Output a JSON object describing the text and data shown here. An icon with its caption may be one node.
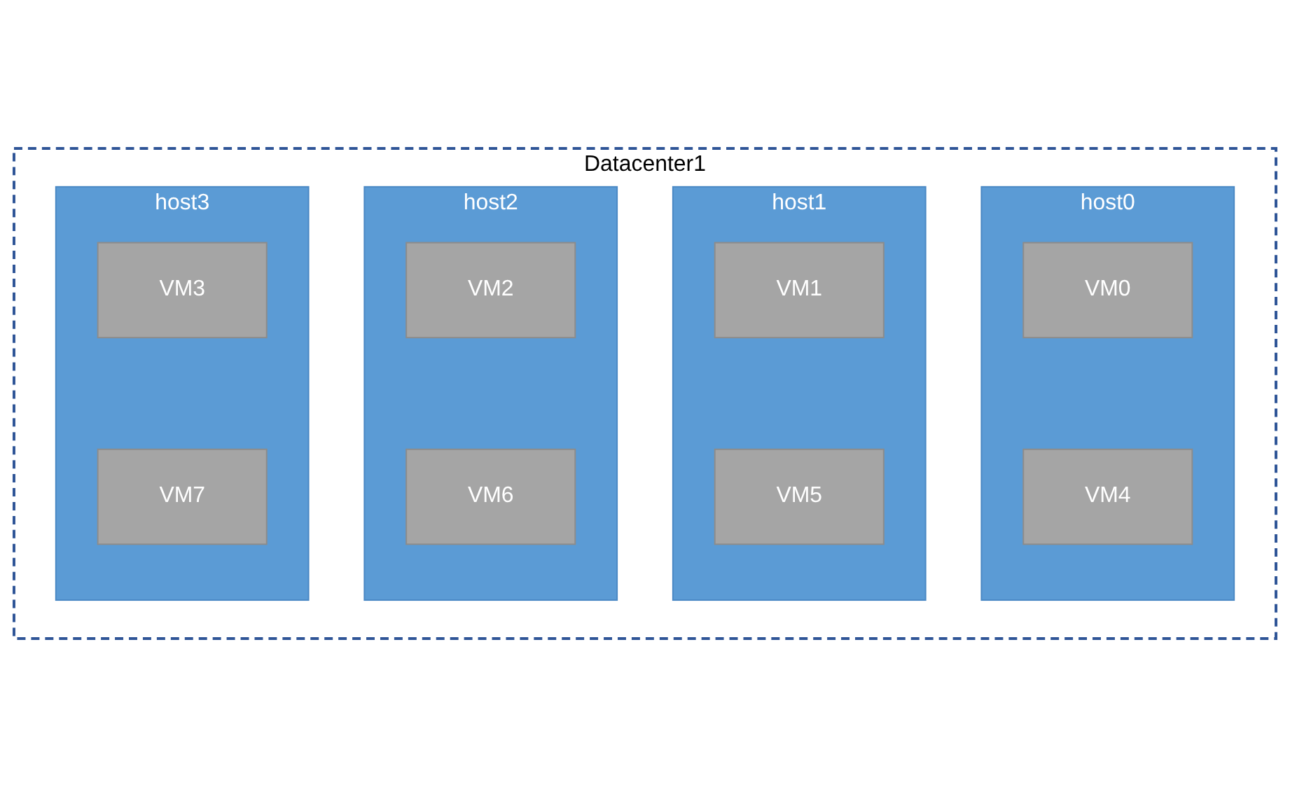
{
  "diagram": {
    "nodes": [
      {
        "text": [
          "Datacenter1"
        ]
      },
      {
        "text": [
          "host0"
        ],
        "in": 0
      },
      {
        "text": [
          "VM0"
        ],
        "in": 1
      },
      {
        "text": [
          "VM4"
        ],
        "in": 1
      },
      {
        "text": [
          "host1"
        ],
        "in": 0
      },
      {
        "text": [
          "VM1"
        ],
        "in": 4
      },
      {
        "text": [
          "VM5"
        ],
        "in": 4
      },
      {
        "text": [
          "host2"
        ],
        "in": 0
      },
      {
        "text": [
          "VM2"
        ],
        "in": 7
      },
      {
        "text": [
          "VM6"
        ],
        "in": 7
      },
      {
        "text": [
          "host3"
        ],
        "in": 0
      },
      {
        "text": [
          "VM3"
        ],
        "in": 10
      },
      {
        "text": [
          "VM7"
        ],
        "in": 10
      }
    ]
  }
}
